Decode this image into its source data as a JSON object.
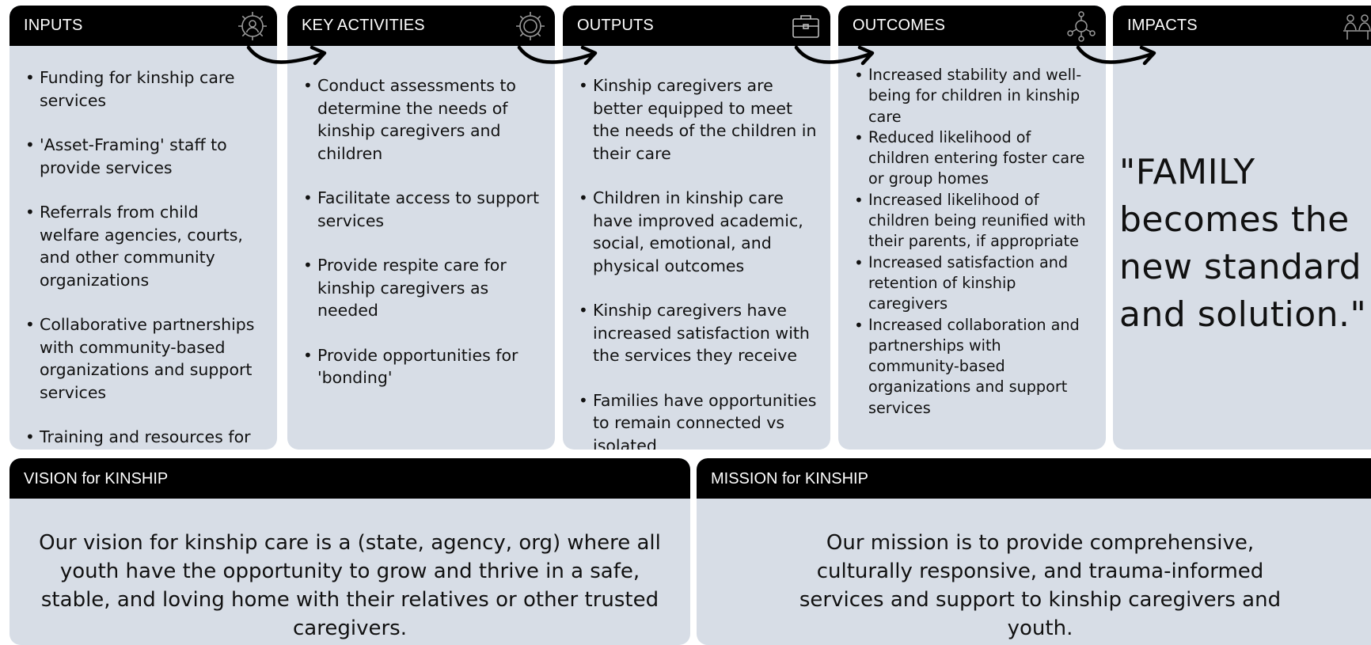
{
  "columns": [
    {
      "title": "INPUTS",
      "icon": "person-gear-icon",
      "items": [
        "Funding for kinship care services",
        "'Asset-Framing' staff to provide services",
        "Referrals from child welfare agencies, courts, and other community organizations",
        "Collaborative partnerships with community-based organizations and support services",
        "Training and resources for kinship caregivers"
      ]
    },
    {
      "title": "KEY ACTIVITIES",
      "icon": "gear-icon",
      "items": [
        "Conduct assessments to determine the needs of kinship caregivers and children",
        "Facilitate access to support services",
        "Provide respite care for kinship caregivers as needed",
        "Provide opportunities for 'bonding'"
      ]
    },
    {
      "title": "OUTPUTS",
      "icon": "briefcase-icon",
      "items": [
        "Kinship caregivers are better equipped to meet the needs of the children in their care",
        "Children in kinship care have improved academic, social, emotional, and physical outcomes",
        "Kinship caregivers have increased satisfaction with the services they receive",
        "Families have opportunities to remain connected vs isolated"
      ]
    },
    {
      "title": "OUTCOMES",
      "icon": "group-network-icon",
      "items": [
        "Increased stability and well-being for children in kinship care",
        "Reduced likelihood of children entering foster care or group homes",
        "Increased likelihood of children being reunified with their parents, if appropriate",
        "Increased satisfaction and retention of kinship caregivers",
        "Increased collaboration and partnerships with community-based organizations and support services"
      ]
    },
    {
      "title": "IMPACTS",
      "icon": "meeting-people-icon",
      "quote": "\"FAMILY becomes the new standard and solution.\""
    }
  ],
  "vision": {
    "title": "VISION for KINSHIP",
    "text": "Our vision for kinship care is a (state, agency, org) where all youth have the opportunity to grow and thrive in a safe, stable, and loving home with their relatives or other trusted caregivers."
  },
  "mission": {
    "title": "MISSION for KINSHIP",
    "text": "Our mission is to provide comprehensive, culturally responsive, and trauma-informed services and support to kinship caregivers and youth."
  },
  "colors": {
    "panel_bg": "#d7dde6",
    "header_bg": "#000000",
    "header_text": "#ffffff",
    "body_text": "#111111"
  }
}
